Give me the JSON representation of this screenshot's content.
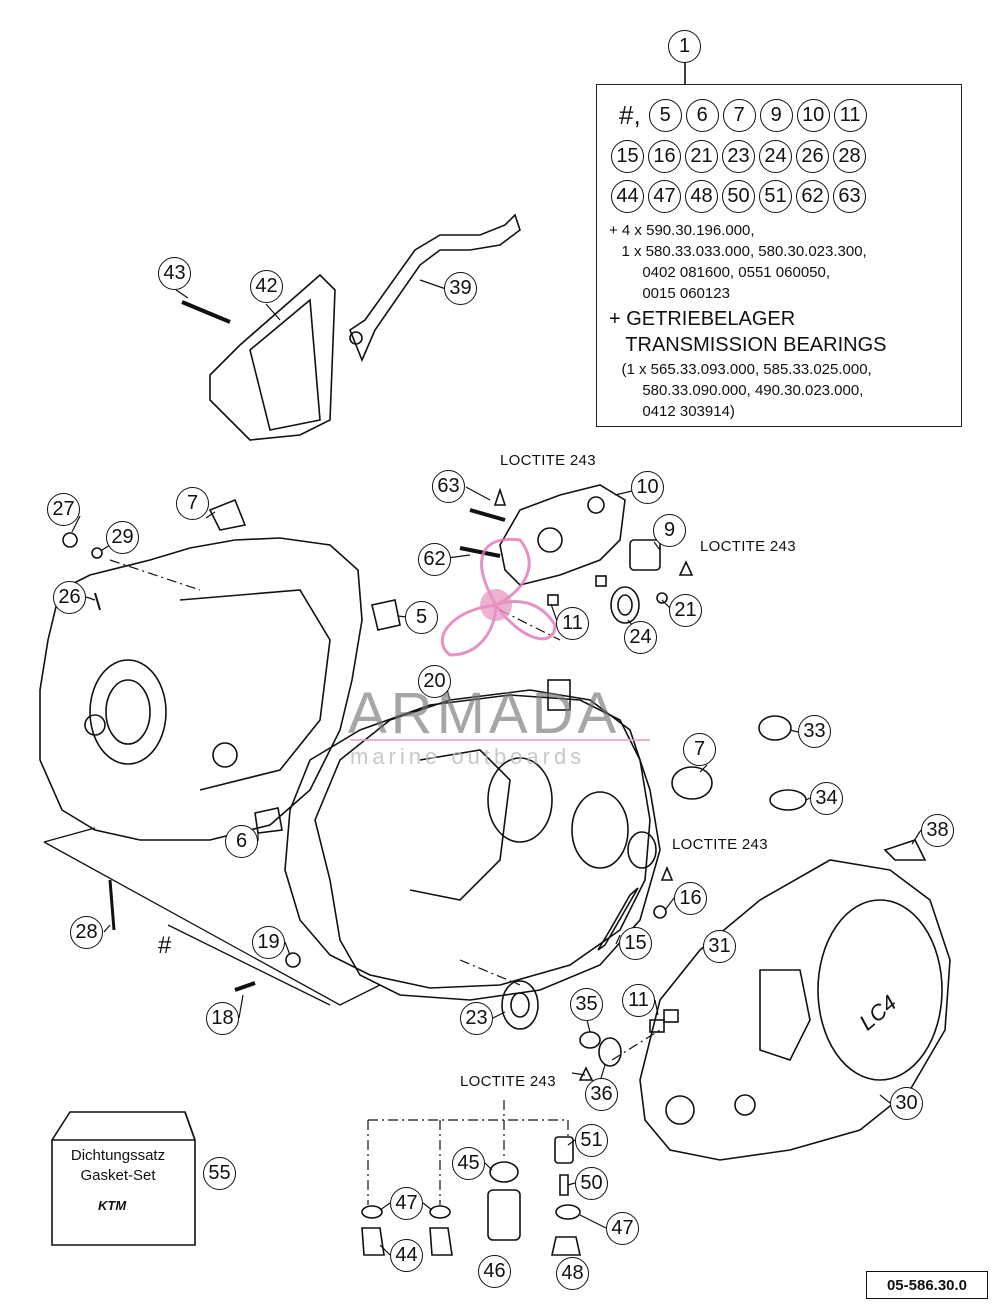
{
  "legend": {
    "top_number": "1",
    "hash": "#,",
    "row1": [
      "5",
      "6",
      "7",
      "9",
      "10",
      "11"
    ],
    "row2": [
      "15",
      "16",
      "21",
      "23",
      "24",
      "26",
      "28"
    ],
    "row3": [
      "44",
      "47",
      "48",
      "50",
      "51",
      "62",
      "63"
    ],
    "text1": "+ 4 x 590.30.196.000,",
    "text2": "   1 x 580.33.033.000, 580.30.023.300,",
    "text3": "        0402 081600, 0551 060050,",
    "text4": "        0015 060123",
    "text5": "+ GETRIEBELAGER",
    "text6": "   TRANSMISSION BEARINGS",
    "text7": "   (1 x 565.33.093.000, 585.33.025.000,",
    "text8": "        580.33.090.000, 490.30.023.000,",
    "text9": "        0412 303914)"
  },
  "callouts": {
    "c43": "43",
    "c42": "42",
    "c39": "39",
    "c63": "63",
    "c10": "10",
    "c9": "9",
    "c27": "27",
    "c29": "29",
    "c7a": "7",
    "c62": "62",
    "c21": "21",
    "c26": "26",
    "c5": "5",
    "c11a": "11",
    "c24": "24",
    "c20": "20",
    "c33": "33",
    "c7b": "7",
    "c34": "34",
    "c38": "38",
    "c6": "6",
    "c16": "16",
    "c28": "28",
    "c15": "15",
    "c31": "31",
    "c19": "19",
    "c18": "18",
    "c23": "23",
    "c35": "35",
    "c11b": "11",
    "c36": "36",
    "c30": "30",
    "c51": "51",
    "c55": "55",
    "c45": "45",
    "c50": "50",
    "c47a": "47",
    "c47b": "47",
    "c44": "44",
    "c46": "46",
    "c48": "48"
  },
  "loctite": {
    "l1": "LOCTITE 243",
    "l2": "LOCTITE 243",
    "l3": "LOCTITE 243",
    "l4": "LOCTITE 243"
  },
  "hash_mark": "#",
  "gasket_kit": {
    "line1": "Dichtungssatz",
    "line2": "Gasket-Set",
    "logo": "KTM"
  },
  "part_number": "05-586.30.0",
  "cover_text": "LC4",
  "watermark": {
    "brand": "ARMADA",
    "sub": "marine outboards"
  }
}
